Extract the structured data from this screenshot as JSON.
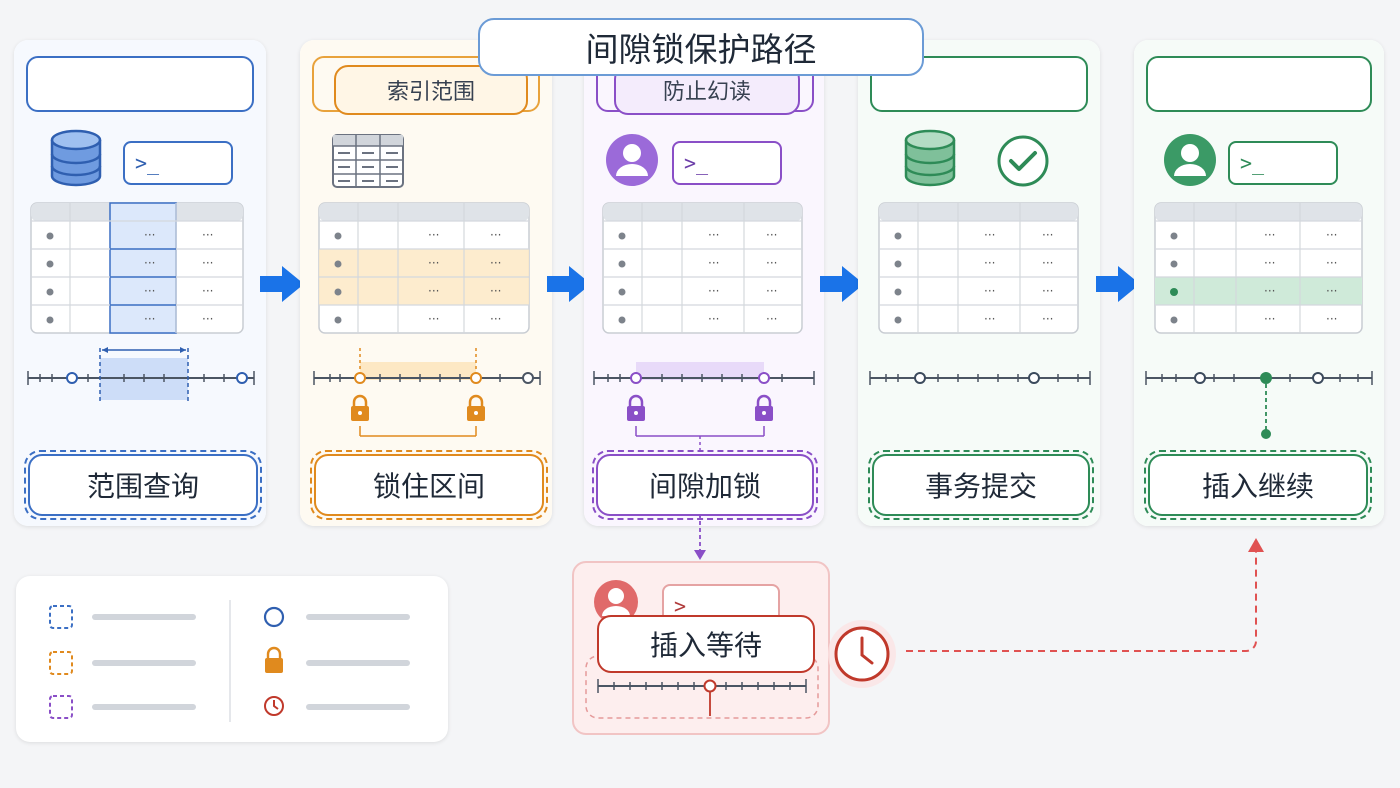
{
  "title": "间隙锁保护路径",
  "colors": {
    "blue": "#3b6fc4",
    "orange": "#e08a1e",
    "purple": "#8a4fc7",
    "green": "#2e8b57",
    "red": "#c0392b",
    "arrow": "#1a73e8"
  },
  "stages": [
    {
      "label": "范围查询",
      "color": "#3b6fc4",
      "tag": ""
    },
    {
      "label": "锁住区间",
      "color": "#e08a1e",
      "tag": "索引范围"
    },
    {
      "label": "间隙加锁",
      "color": "#8a4fc7",
      "tag": "防止幻读"
    },
    {
      "label": "事务提交",
      "color": "#2e8b57",
      "tag": ""
    },
    {
      "label": "插入继续",
      "color": "#2e8b57",
      "tag": ""
    }
  ],
  "terminal_prompt": ">_",
  "table_cell": "...",
  "wait": {
    "label": "插入等待",
    "prompt": ">_"
  },
  "icons": {
    "database": "database-icon",
    "terminal": "terminal-icon",
    "grid": "index-grid-icon",
    "user": "user-icon",
    "check": "check-circle-icon",
    "lock": "lock-icon",
    "clock": "clock-icon"
  }
}
